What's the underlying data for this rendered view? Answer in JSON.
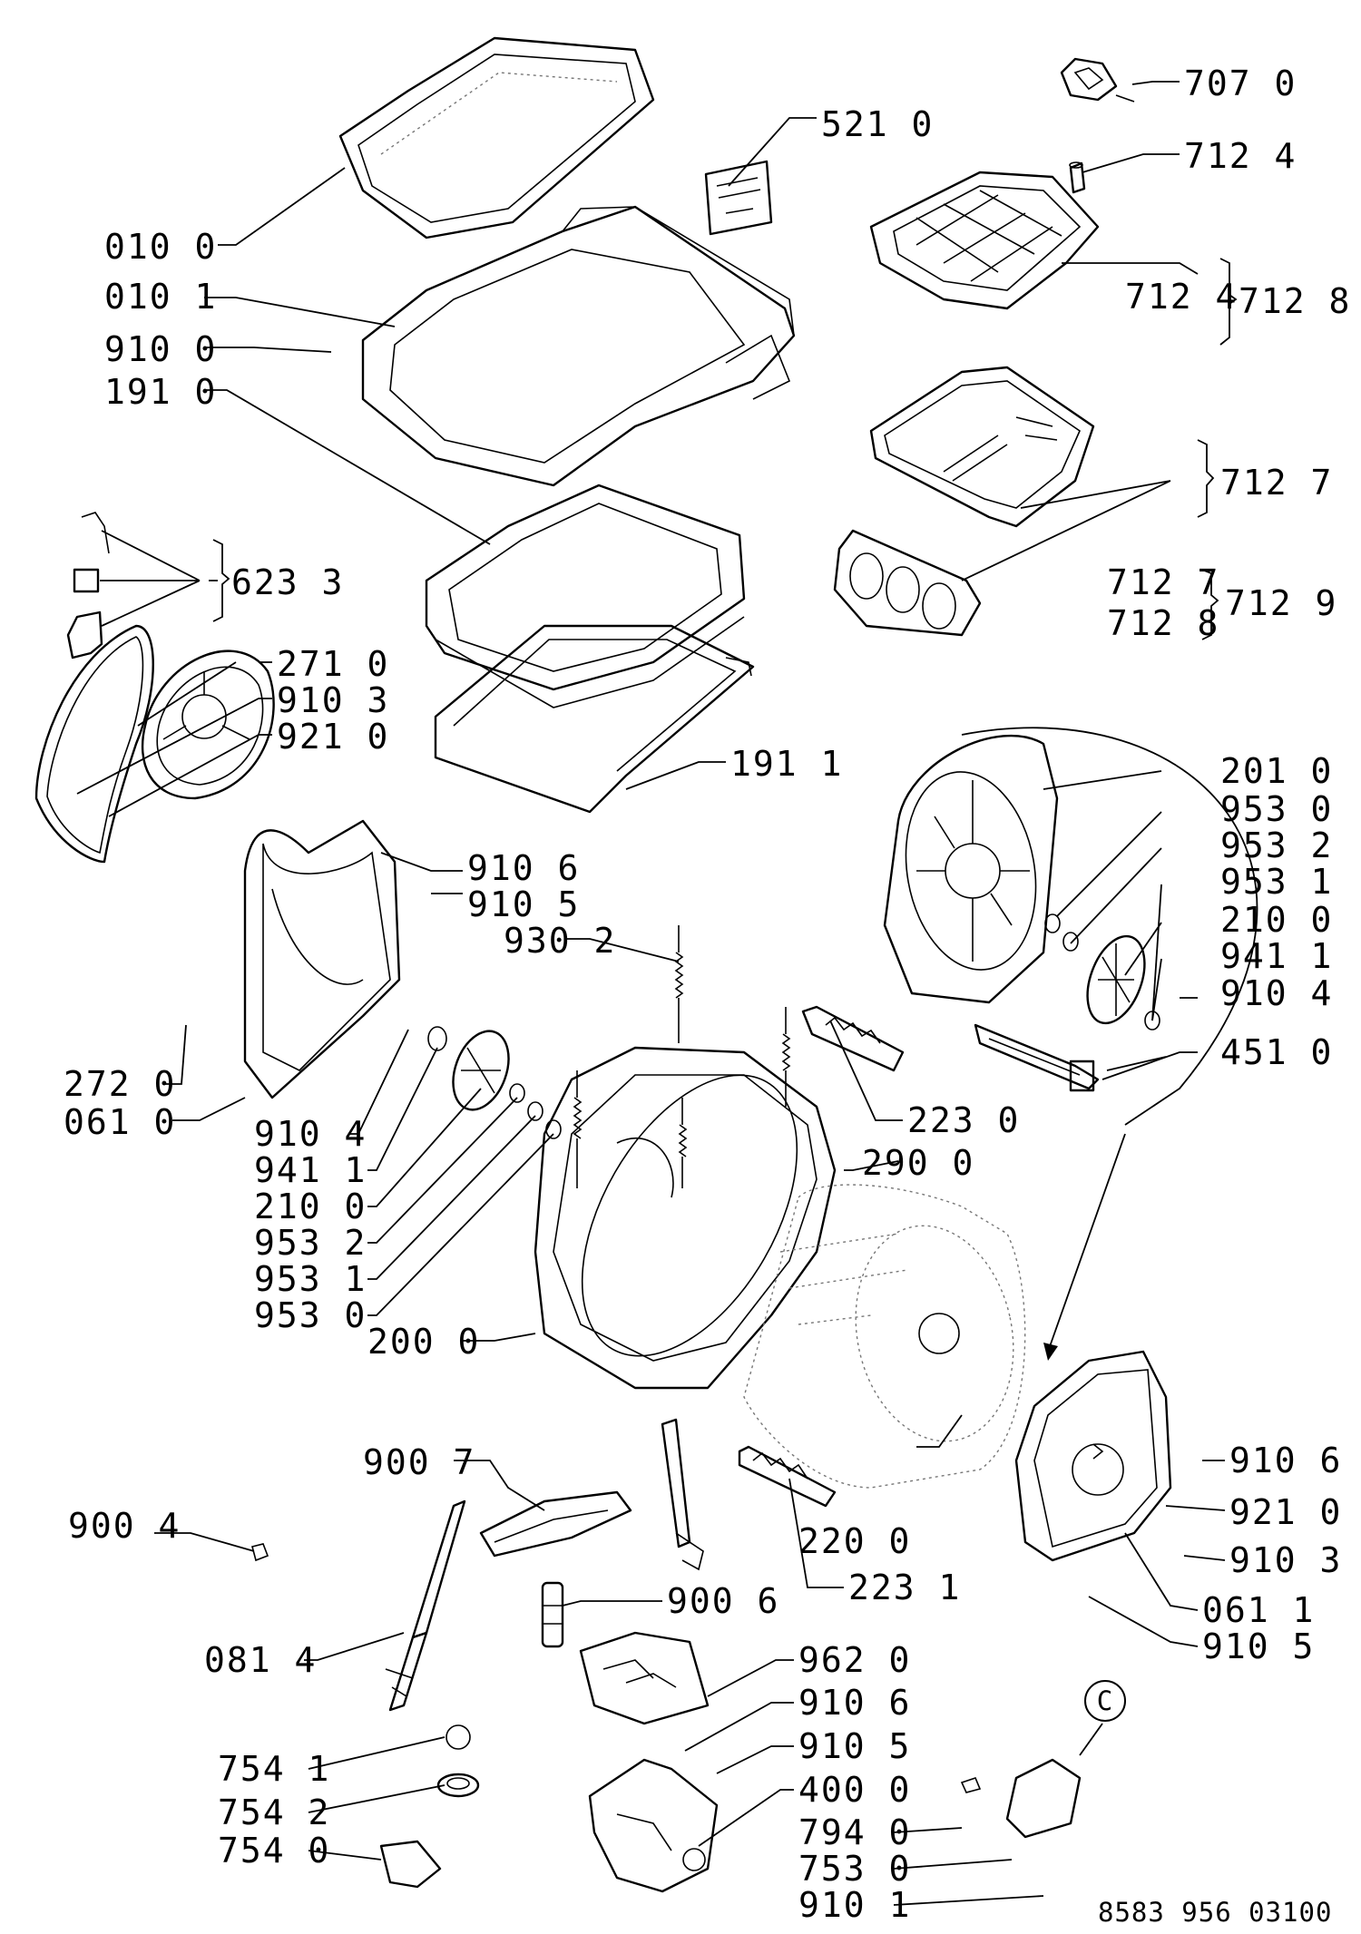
{
  "labels": [
    "707 0",
    "521 0",
    "712 4",
    "010 0",
    "010 1",
    "910 0",
    "191 0",
    "712 4",
    "712 8",
    "712 7",
    "712 7",
    "712 8",
    "712 9",
    "623 3",
    "271 0",
    "910 3",
    "921 0",
    "191 1",
    "201 0",
    "953 0",
    "953 2",
    "953 1",
    "210 0",
    "941 1",
    "910 4",
    "451 0",
    "910 6",
    "910 5",
    "930 2",
    "272 0",
    "061 0",
    "223 0",
    "290 0",
    "910 4",
    "941 1",
    "210 0",
    "953 2",
    "953 1",
    "953 0",
    "200 0",
    "900 7",
    "900 4",
    "220 0",
    "223 1",
    "910 6",
    "921 0",
    "910 3",
    "061 1",
    "910 5",
    "900 6",
    "081 4",
    "962 0",
    "910 6",
    "910 5",
    "400 0",
    "794 0",
    "753 0",
    "910 1",
    "754 1",
    "754 2",
    "754 0"
  ],
  "callout": "C",
  "drawing_code": "8583 956 03100"
}
